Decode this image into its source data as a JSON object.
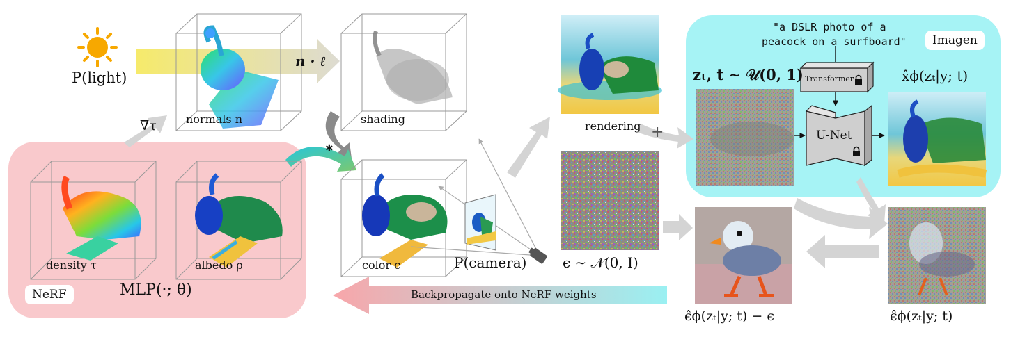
{
  "light_label": "P(light)",
  "gradient_label": "∇τ",
  "dot_label": "n · ℓ",
  "normals_label": "normals n",
  "shading_label": "shading",
  "density_label": "density τ",
  "albedo_label": "albedo ρ",
  "color_label": "color c",
  "camera_label": "P(camera)",
  "rendering_label": "rendering",
  "noise_label": "ϵ ∼ 𝒩(0, I)",
  "nerf_tag": "NeRF",
  "mlp_label": "MLP(·; θ)",
  "prompt_line1": "\"a DSLR photo of a",
  "prompt_line2": "peacock on a surfboard\"",
  "imagen_tag": "Imagen",
  "zt_label": "zₜ, t ∼ 𝒰(0, 1)",
  "xhat_label": "x̂ϕ(zₜ|y; t)",
  "transformer_label": "Transformer",
  "unet_label": "U-Net",
  "plus_label": "+",
  "star_label": "✱",
  "backprop_label": "Backpropagate onto NeRF weights",
  "eps_diff_label": "ϵ̂ϕ(zₜ|y; t) − ϵ",
  "eps_hat_label": "ϵ̂ϕ(zₜ|y; t)",
  "colors": {
    "nerf_bg": "#f9c9cc",
    "imagen_bg": "#a6f3f5",
    "arrow_gray": "#d4d4d4",
    "sun": "#f7a800",
    "light_beam": "#f2ea7a"
  }
}
